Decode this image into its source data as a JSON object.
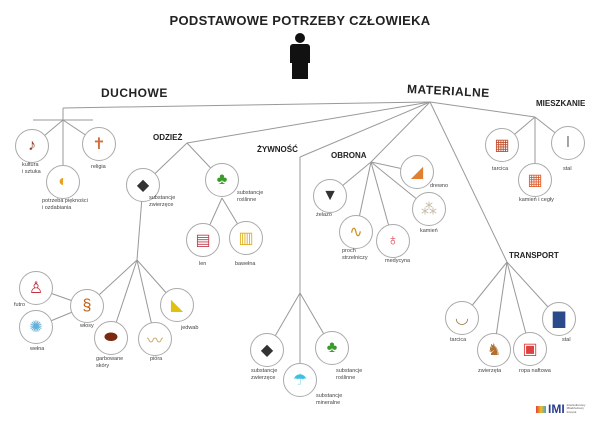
{
  "title": "PODSTAWOWE POTRZEBY CZŁOWIEKA",
  "categories": {
    "duchowe": "DUCHOWE",
    "materialne": "MATERIALNE",
    "odziez": "ODZIEŻ",
    "zywnosc": "ŻYWNOŚĆ",
    "obrona": "OBRONA",
    "mieszkanie": "MIESZKANIE",
    "transport": "TRANSPORT"
  },
  "nodes": [
    {
      "label": "kultura\ni sztuka",
      "icon": "violin-icon",
      "color": "#8b3a1a"
    },
    {
      "label": "potrzeba piękności\ni ozdabiania",
      "icon": "mirror-icon",
      "color": "#e8a020"
    },
    {
      "label": "religia",
      "icon": "religion-icon",
      "color": "#d07040"
    },
    {
      "label": "substancje\nzwierzęce",
      "icon": "cow-icon",
      "color": "#333333"
    },
    {
      "label": "substancje\nroślinne",
      "icon": "plant-icon",
      "color": "#3a9a2a"
    },
    {
      "label": "len",
      "icon": "fabric-icon",
      "color": "#c04050"
    },
    {
      "label": "bawełna",
      "icon": "cotton-icon",
      "color": "#e0b020"
    },
    {
      "label": "włosy",
      "icon": "hair-icon",
      "color": "#c06010"
    },
    {
      "label": "garbowane\nskóry",
      "icon": "shoes-icon",
      "color": "#7a2a10"
    },
    {
      "label": "pióra",
      "icon": "feather-icon",
      "color": "#c8a860"
    },
    {
      "label": "jedwab",
      "icon": "silk-icon",
      "color": "#e0c010"
    },
    {
      "label": "futro",
      "icon": "fur-coat-icon",
      "color": "#c03040"
    },
    {
      "label": "wełna",
      "icon": "wool-icon",
      "color": "#60b0d8"
    },
    {
      "label": "substancje\nzwierzęce",
      "icon": "cow-icon",
      "color": "#333333"
    },
    {
      "label": "substancje\nmineralne",
      "icon": "water-tap-icon",
      "color": "#40c0e0"
    },
    {
      "label": "substancje\nroślinne",
      "icon": "plant-icon",
      "color": "#3a9a2a"
    },
    {
      "label": "żelazo",
      "icon": "anvil-icon",
      "color": "#333333"
    },
    {
      "label": "proch\nstrzelniczy",
      "icon": "fuse-icon",
      "color": "#d09020"
    },
    {
      "label": "medycyna",
      "icon": "stethoscope-icon",
      "color": "#e04050"
    },
    {
      "label": "kamień",
      "icon": "stones-icon",
      "color": "#c8bca8"
    },
    {
      "label": "drewno",
      "icon": "saw-icon",
      "color": "#e08030"
    },
    {
      "label": "tarcica",
      "icon": "bricks-icon",
      "color": "#c05030"
    },
    {
      "label": "kamień i cegły",
      "icon": "bricks-icon",
      "color": "#e06030"
    },
    {
      "label": "stal",
      "icon": "steel-beam-icon",
      "color": "#888888"
    },
    {
      "label": "tarcica",
      "icon": "boat-icon",
      "color": "#a08050"
    },
    {
      "label": "zwierzęta",
      "icon": "camel-icon",
      "color": "#b07030"
    },
    {
      "label": "ropa naftowa",
      "icon": "fuel-pump-icon",
      "color": "#e04040"
    },
    {
      "label": "stal",
      "icon": "train-icon",
      "color": "#2a4a8a"
    }
  ],
  "logo": {
    "text": "IMI",
    "subtitle": "Interkulturowy Młodzieżowy Instytut"
  }
}
